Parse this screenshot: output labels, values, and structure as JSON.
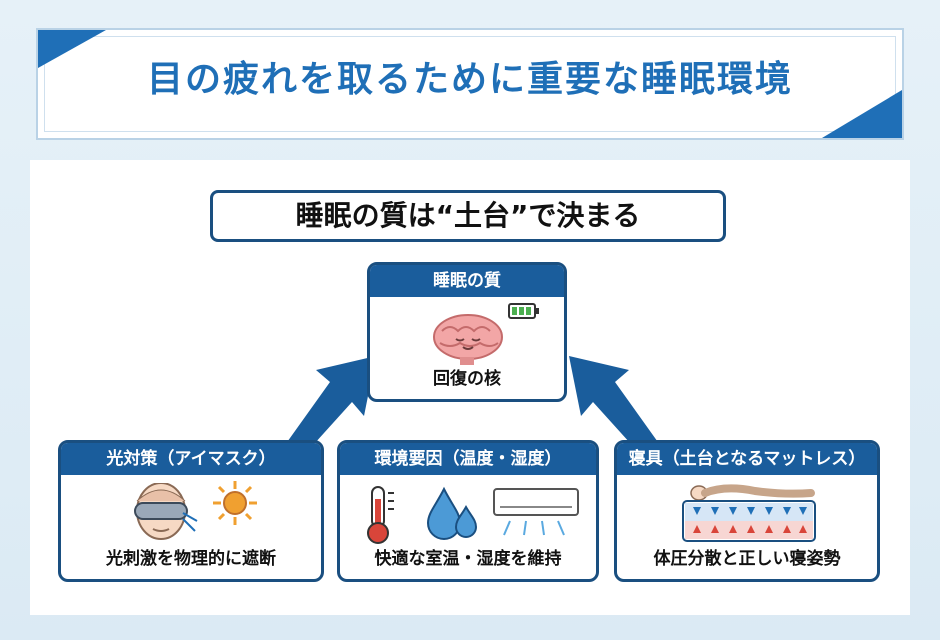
{
  "title": "目の疲れを取るために重要な睡眠環境",
  "subtitle": "睡眠の質は“土台”で決まる",
  "center": {
    "heading": "睡眠の質",
    "caption": "回復の核"
  },
  "boxes": [
    {
      "heading": "光対策（アイマスク）",
      "caption": "光刺激を物理的に遮断"
    },
    {
      "heading": "環境要因（温度・湿度）",
      "caption": "快適な室温・湿度を維持"
    },
    {
      "heading": "寝具（土台となるマットレス）",
      "caption": "体圧分散と正しい寝姿勢"
    }
  ],
  "icons": {
    "center": "brain-icon",
    "battery": "battery-icon",
    "eye_mask": "eye-mask-icon",
    "sun": "sun-icon",
    "thermometer": "thermometer-icon",
    "drops": "water-drop-icon",
    "aircon": "air-conditioner-icon",
    "mattress": "mattress-icon"
  },
  "colors": {
    "accent": "#1f6fb7",
    "navy": "#1a4f80",
    "header": "#1a5d9c",
    "brain": "#f2a6a6",
    "sun": "#f0a030",
    "red": "#d9453a"
  }
}
